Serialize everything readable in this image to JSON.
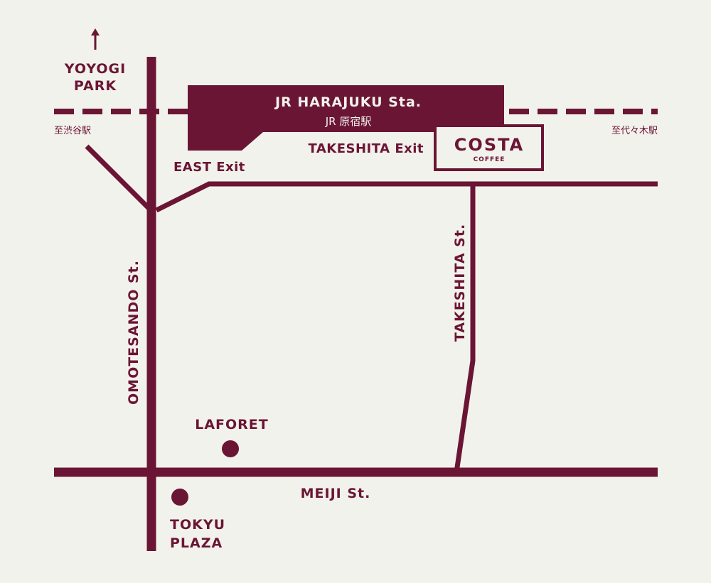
{
  "colors": {
    "background": "#f2f2ec",
    "primary": "#6b1535"
  },
  "direction": {
    "label_line1": "YOYOGI",
    "label_line2": "PARK",
    "icon": "arrow-up-icon"
  },
  "station": {
    "name_en": "JR HARAJUKU Sta.",
    "name_jp": "JR 原宿駅"
  },
  "rail_destinations": {
    "left": "至渋谷駅",
    "right": "至代々木駅"
  },
  "exits": {
    "east": "EAST Exit",
    "takeshita": "TAKESHITA Exit"
  },
  "shop": {
    "name": "COSTA",
    "sub": "COFFEE"
  },
  "streets": {
    "omotesando": "OMOTESANDO St.",
    "takeshita": "TAKESHITA St.",
    "meiji": "MEIJI St."
  },
  "landmarks": {
    "laforet": "LAFORET",
    "tokyu_line1": "TOKYU",
    "tokyu_line2": "PLAZA"
  }
}
